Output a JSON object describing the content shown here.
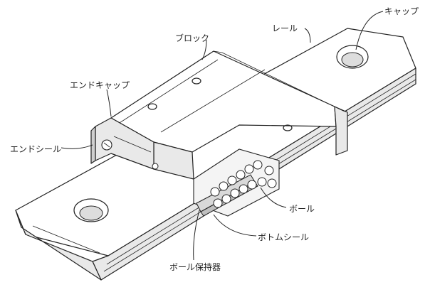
{
  "labels": {
    "cap": "キャップ",
    "rail": "レール",
    "block": "ブロック",
    "end_cap": "エンドキャップ",
    "end_seal": "エンドシール",
    "ball": "ボール",
    "bottom_seal": "ボトムシール",
    "ball_retainer": "ボール保持器"
  }
}
